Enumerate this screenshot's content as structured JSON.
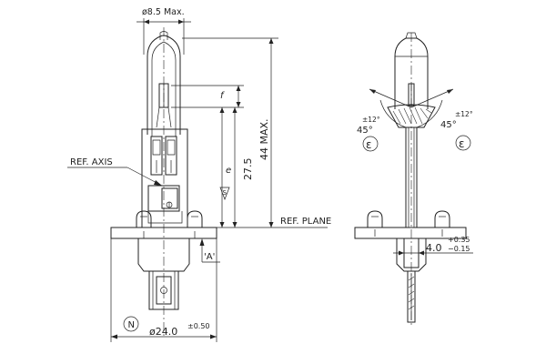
{
  "dimensions": {
    "bulb_diameter_max": "ø8.5  Max.",
    "light_center_height": "27.5",
    "overall_height_max": "44 MAX.",
    "flange_diameter": "ø24.0",
    "flange_diameter_tolerance": "±0.50",
    "offset_value": "4.0",
    "offset_tolerance_plus": "+0.35",
    "offset_tolerance_minus": "−0.15",
    "filament_dim_f": "f",
    "filament_dim_e": "e",
    "angle_left": "45°",
    "angle_right": "45°",
    "angle_tolerance_left": "±12°",
    "angle_tolerance_right": "±12°"
  },
  "labels": {
    "ref_axis": "REF. AXIS",
    "ref_plane": "REF. PLANE",
    "view_a": "'A'",
    "marker_n": "N",
    "marker_s": "S",
    "marker_e_left": "ε",
    "marker_e_right": "ε"
  }
}
